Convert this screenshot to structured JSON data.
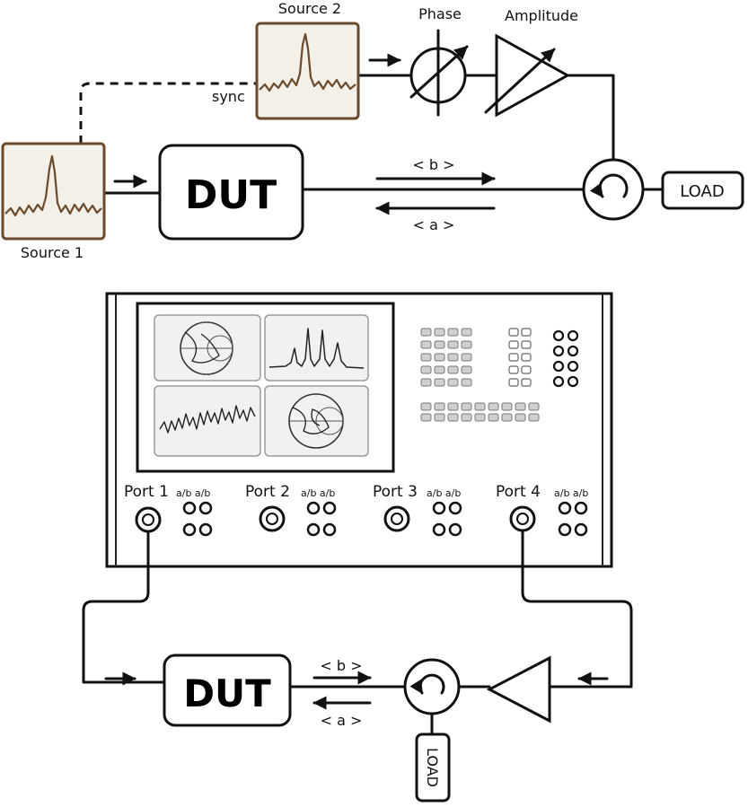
{
  "top": {
    "source1_label": "Source 1",
    "source2_label": "Source 2",
    "sync_label": "sync",
    "phase_label": "Phase",
    "amplitude_label": "Amplitude",
    "dut_label": "DUT",
    "load_label": "LOAD",
    "wave_b_label": "< b >",
    "wave_a_label": "< a >"
  },
  "instrument": {
    "ports": [
      {
        "label": "Port 1",
        "sub": "a/b a/b"
      },
      {
        "label": "Port 2",
        "sub": "a/b a/b"
      },
      {
        "label": "Port 3",
        "sub": "a/b a/b"
      },
      {
        "label": "Port 4",
        "sub": "a/b a/b"
      }
    ]
  },
  "bottom": {
    "dut_label": "DUT",
    "load_label": "LOAD",
    "wave_b_label": "< b >",
    "wave_a_label": "< a >"
  },
  "colors": {
    "source_frame": "#6b4a2b",
    "source_trace": "#6b4a2b",
    "source_fill": "#f3efe9",
    "screen_panel": "#f1f1f1",
    "button_fill": "#cfcfcf"
  }
}
